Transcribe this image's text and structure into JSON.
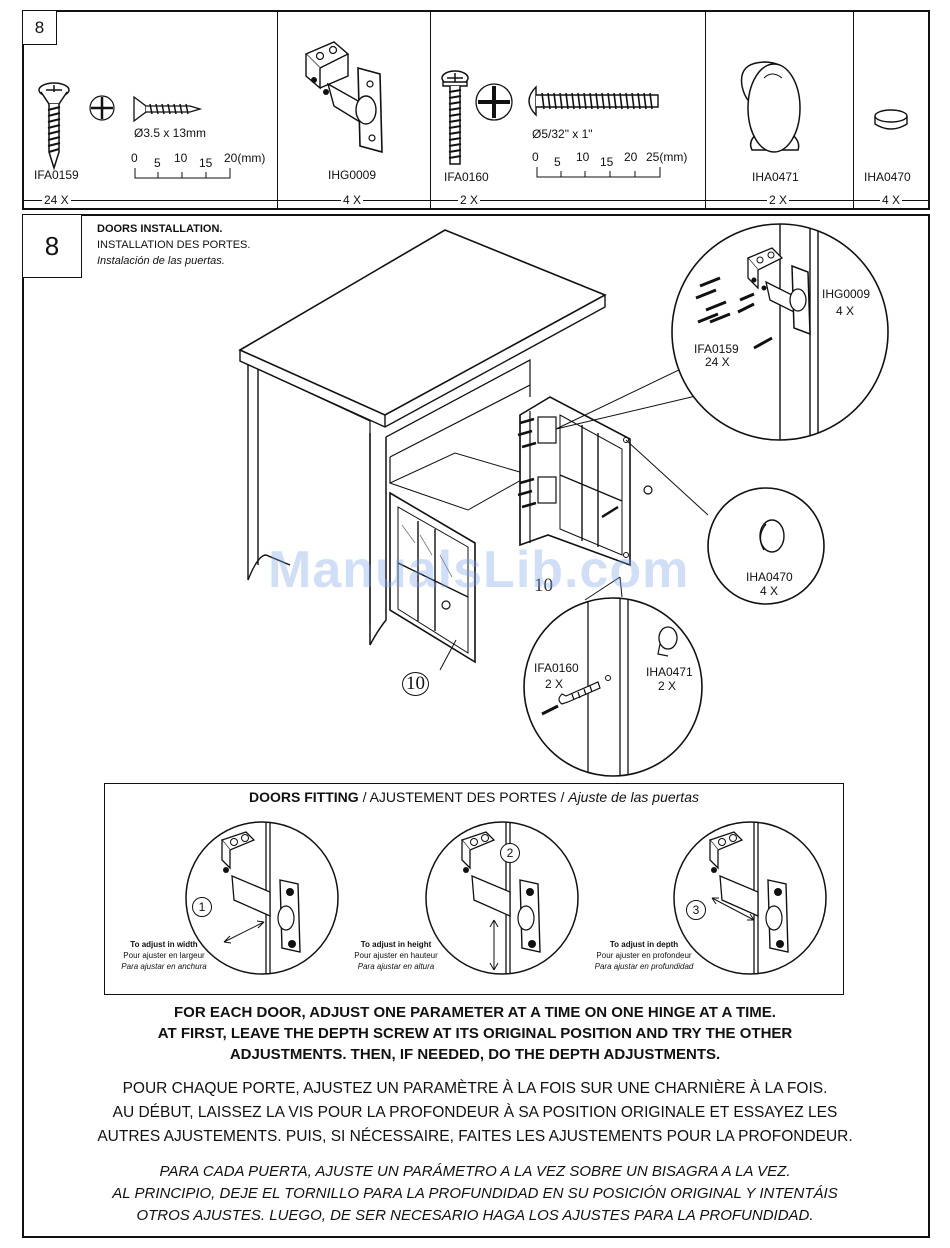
{
  "parts_header": {
    "step_number": "8",
    "parts": [
      {
        "code": "IFA0159",
        "qty": "24 X",
        "size": "Ø3.5 x 13mm",
        "ruler": [
          "0",
          "5",
          "10",
          "15",
          "20(mm)"
        ]
      },
      {
        "code": "IHG0009",
        "qty": "4 X"
      },
      {
        "code": "IFA0160",
        "qty": "2 X",
        "size": "Ø5/32\" x 1\"",
        "ruler": [
          "0",
          "5",
          "10",
          "15",
          "20",
          "25(mm)"
        ]
      },
      {
        "code": "IHA0471",
        "qty": "2 X"
      },
      {
        "code": "IHA0470",
        "qty": "4 X"
      }
    ]
  },
  "main": {
    "step_number": "8",
    "title_en": "DOORS INSTALLATION.",
    "title_fr": "INSTALLATION DES PORTES.",
    "title_es": "Instalación de las puertas.",
    "callouts": {
      "hinge_code": "IHG0009",
      "hinge_qty": "4 X",
      "screw_code": "IFA0159",
      "screw_qty": "24 X",
      "bumper_code": "IHA0470",
      "bumper_qty": "4 X",
      "bolt_code": "IFA0160",
      "bolt_qty": "2 X",
      "knob_code": "IHA0471",
      "knob_qty": "2 X",
      "part_number_a": "10",
      "part_number_b": "10"
    },
    "watermark": "ManualsLib.com"
  },
  "fitting": {
    "title_en": "DOORS FITTING",
    "title_fr": "AJUSTEMENT DES PORTES",
    "title_es": "Ajuste de las puertas",
    "separator": " / ",
    "adjustments": [
      {
        "num": "1",
        "en": "To adjust in width",
        "fr": "Pour ajuster en largeur",
        "es": "Para ajustar en anchura"
      },
      {
        "num": "2",
        "en": "To adjust in height",
        "fr": "Pour ajuster en hauteur",
        "es": "Para ajustar en altura"
      },
      {
        "num": "3",
        "en": "To adjust in depth",
        "fr": "Pour ajuster en profondeur",
        "es": "Para ajustar en profundidad"
      }
    ]
  },
  "instructions": {
    "en": [
      "FOR EACH DOOR, ADJUST ONE PARAMETER AT A TIME ON ONE HINGE AT A TIME.",
      "AT FIRST, LEAVE THE DEPTH SCREW AT ITS ORIGINAL POSITION AND TRY THE OTHER",
      "ADJUSTMENTS. THEN, IF NEEDED, DO THE DEPTH ADJUSTMENTS."
    ],
    "fr": [
      "POUR CHAQUE PORTE, AJUSTEZ UN PARAMÈTRE À LA FOIS SUR UNE CHARNIÈRE À LA FOIS.",
      "AU DÉBUT, LAISSEZ LA VIS POUR LA PROFONDEUR À SA POSITION ORIGINALE ET ESSAYEZ LES",
      "AUTRES AJUSTEMENTS. PUIS, SI NÉCESSAIRE, FAITES LES AJUSTEMENTS POUR LA PROFONDEUR."
    ],
    "es": [
      "PARA CADA PUERTA, AJUSTE UN PARÁMETRO A LA VEZ SOBRE UN BISAGRA A LA VEZ.",
      "AL PRINCIPIO, DEJE EL TORNILLO PARA LA PROFUNDIDAD EN SU POSICIÓN ORIGINAL Y INTENTÁIS",
      "OTROS AJUSTES. LUEGO, DE SER NECESARIO HAGA LOS AJUSTES PARA LA PROFUNDIDAD."
    ]
  }
}
